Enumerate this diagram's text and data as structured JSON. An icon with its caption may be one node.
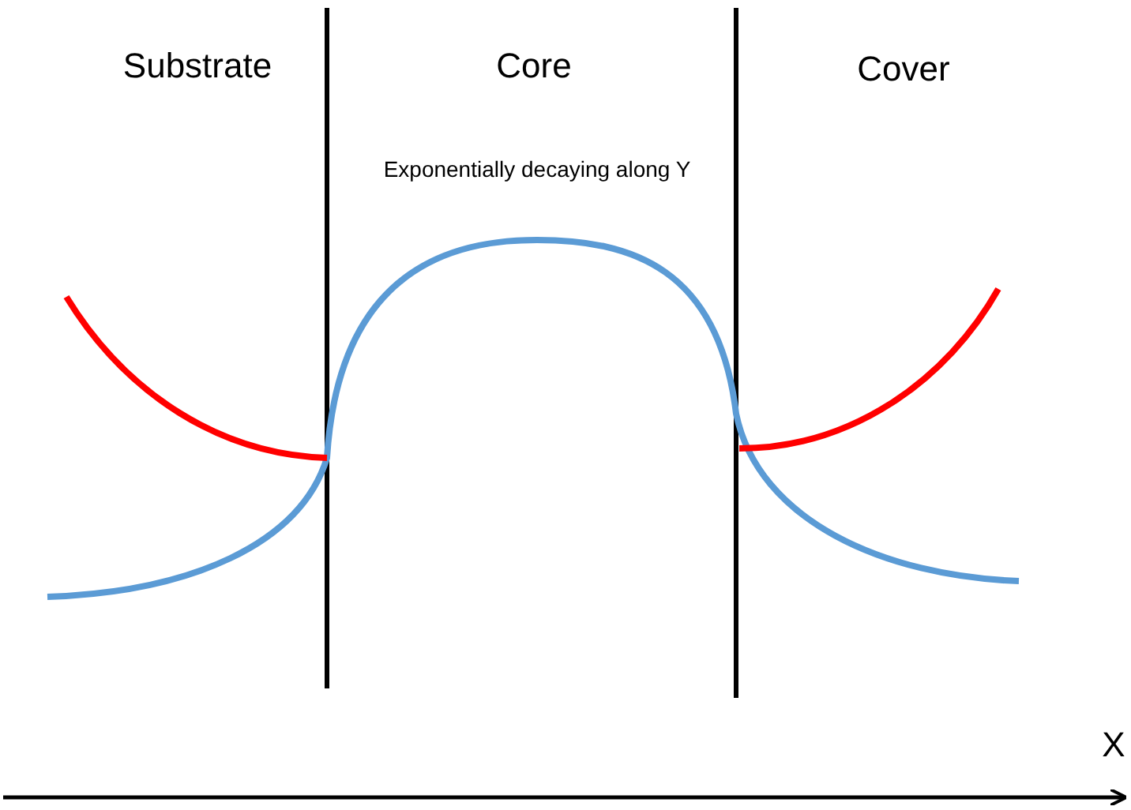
{
  "diagram": {
    "labels": [
      "Substrate",
      "Core",
      "Cover",
      "Exponentially decaying along Y",
      "X"
    ]
  }
}
